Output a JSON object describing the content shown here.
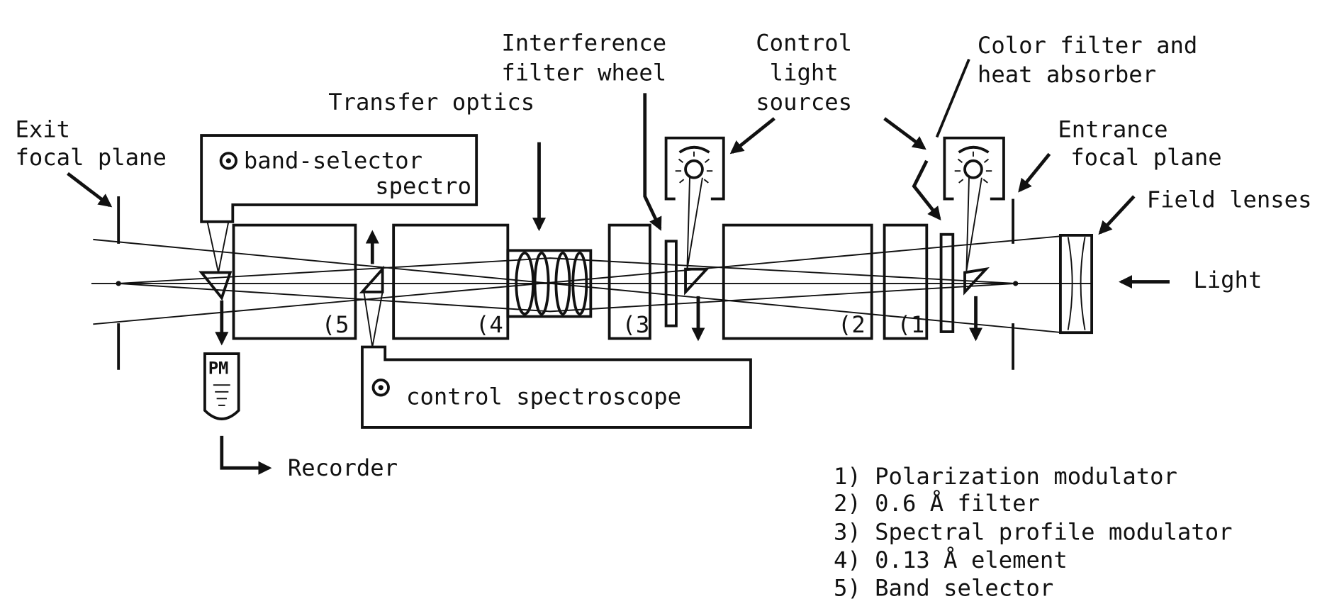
{
  "labels": {
    "exit_1": "Exit",
    "exit_2": "focal plane",
    "transfer_optics": "Transfer optics",
    "interference_1": "Interference",
    "interference_2": "filter wheel",
    "control_light_1": "Control",
    "control_light_2": "light",
    "control_light_3": "sources",
    "color_filter_1": "Color filter and",
    "color_filter_2": "heat absorber",
    "entrance_1": "Entrance",
    "entrance_2": "focal plane",
    "field_lenses": "Field lenses",
    "light": "Light",
    "band_selector_1": "band-selector",
    "band_selector_2": "spectro",
    "control_spectroscope": "control spectroscope",
    "pm": "PM",
    "recorder": "Recorder",
    "element_5": "(5",
    "element_4": "(4",
    "element_3": "(3",
    "element_2": "(2",
    "element_1": "(1"
  },
  "legend": [
    "1) Polarization modulator",
    "2) 0.6 Å filter",
    "3) Spectral profile modulator",
    "4) 0.13 Å element",
    "5) Band selector"
  ]
}
